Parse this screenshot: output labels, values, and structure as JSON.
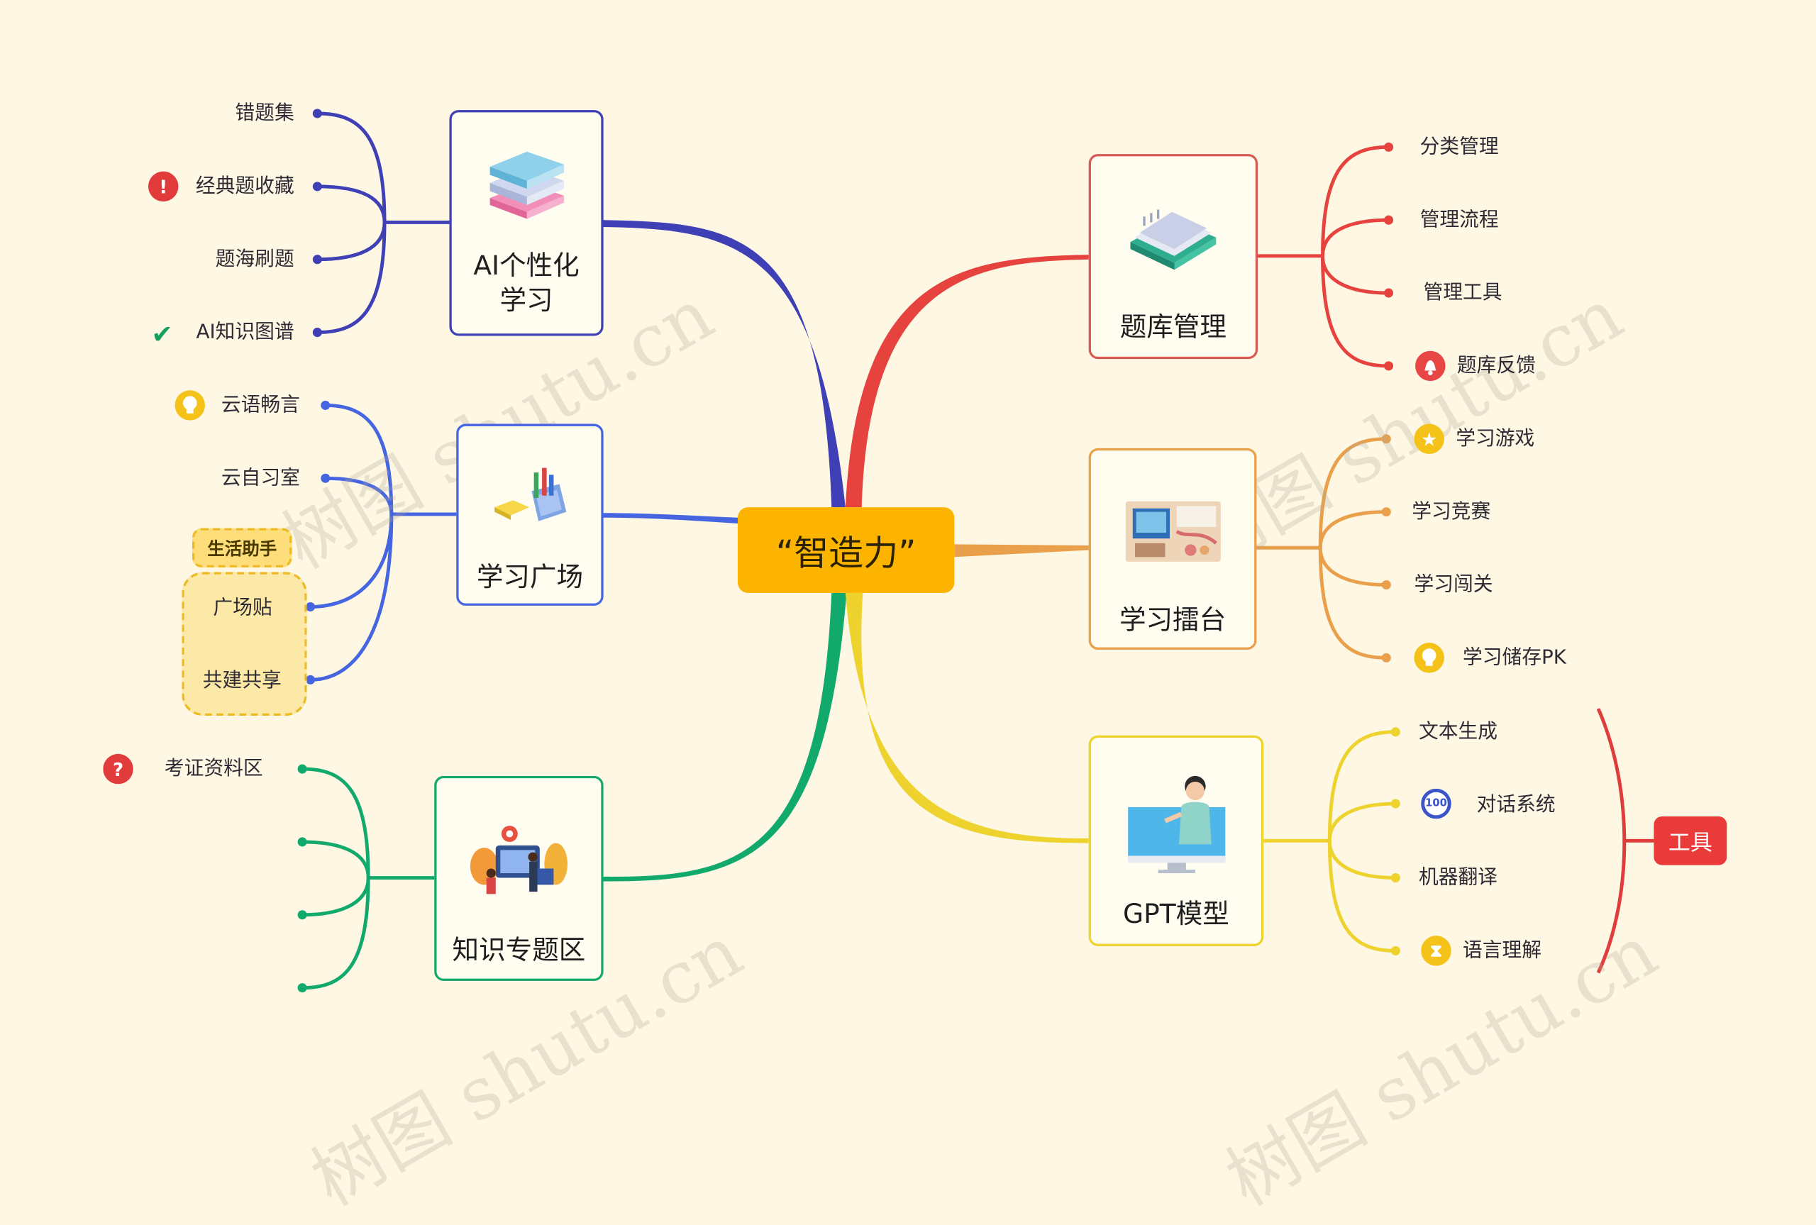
{
  "center": "“智造力”",
  "tool_tag": "工具",
  "watermark": "树图 shutu.cn",
  "colors": {
    "background": "#fdf7e3",
    "center": "#fcb400",
    "blue_dark": "#3f3fb6",
    "blue": "#4566e0",
    "green": "#12a96d",
    "red": "#e6433f",
    "orange": "#eaa04a",
    "yellow": "#eed22e"
  },
  "branches": {
    "ai_learning": {
      "title_line1": "AI个性化",
      "title_line2": "学习",
      "children": [
        "错题集",
        "经典题收藏",
        "题海刷题",
        "AI知识图谱"
      ]
    },
    "study_square": {
      "title": "学习广场",
      "children": [
        "云语畅言",
        "云自习室",
        "广场贴",
        "共建共享"
      ],
      "group_label": "生活助手"
    },
    "knowledge_zone": {
      "title": "知识专题区",
      "children": [
        "考证资料区",
        "",
        "",
        ""
      ]
    },
    "bank_management": {
      "title": "题库管理",
      "children": [
        "分类管理",
        "管理流程",
        "管理工具",
        "题库反馈"
      ]
    },
    "study_arena": {
      "title": "学习擂台",
      "children": [
        "学习游戏",
        "学习竞赛",
        "学习闯关",
        "学习储存PK"
      ]
    },
    "gpt_model": {
      "title": "GPT模型",
      "children": [
        "文本生成",
        "对话系统",
        "机器翻译",
        "语言理解"
      ]
    }
  },
  "icons": {
    "exclamation": "exclamation-icon",
    "check": "check-icon",
    "bulb": "lightbulb-icon",
    "question": "question-icon",
    "bell": "bell-icon",
    "star": "star-icon",
    "hundred": "score-100-icon",
    "hourglass": "hourglass-icon",
    "glyphs": {
      "exclamation": "!",
      "check": "✔",
      "question": "?",
      "star": "★",
      "hundred": "100",
      "hourglass": "⧗"
    }
  }
}
